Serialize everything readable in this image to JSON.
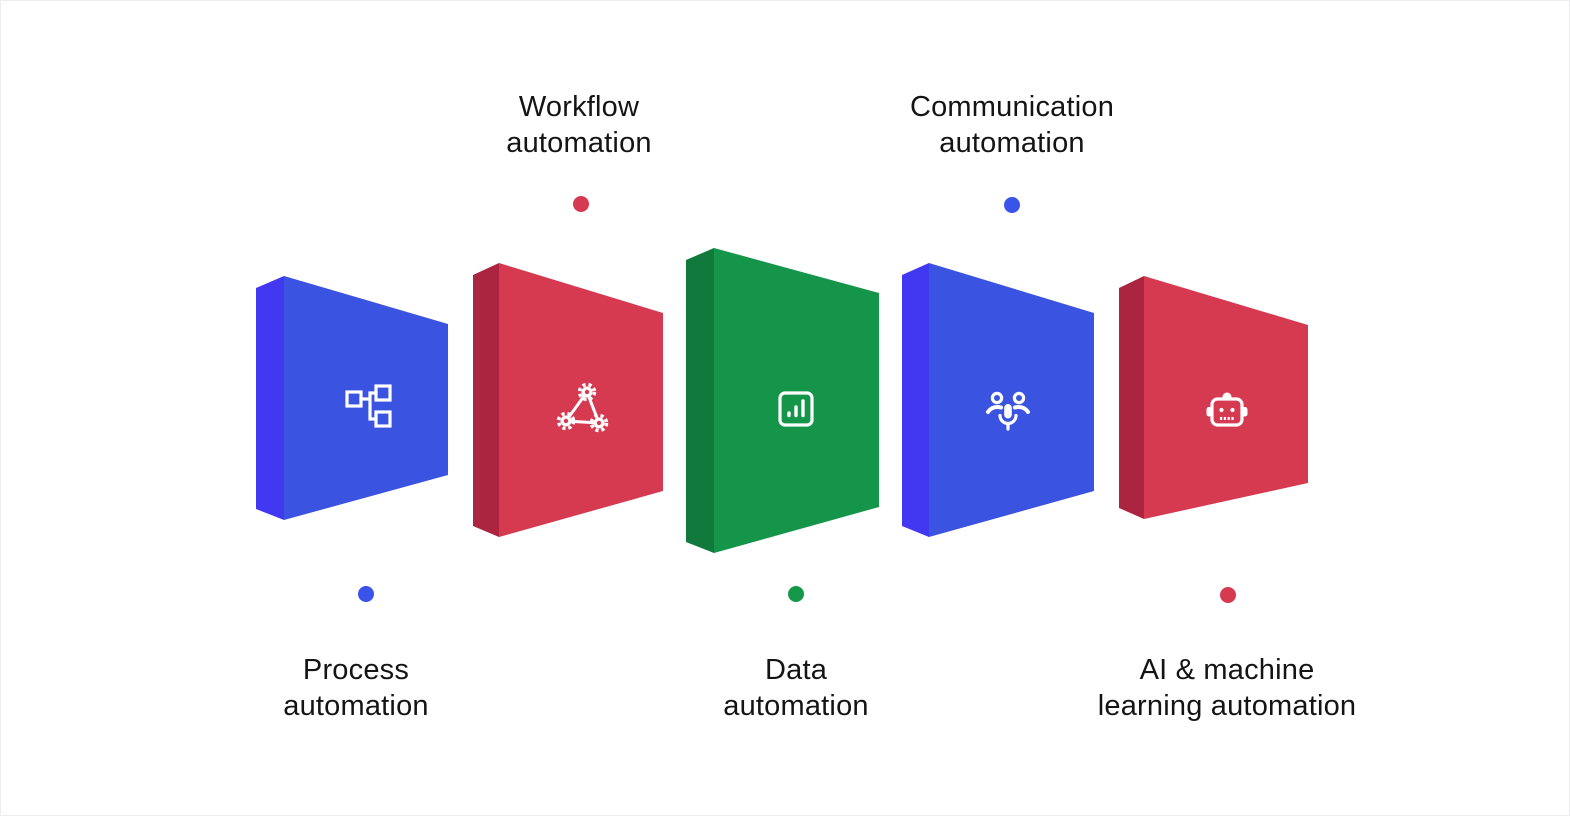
{
  "page": {
    "background": "#ffffff",
    "border_color": "#ececf1",
    "text_color": "#141414"
  },
  "diagram": {
    "title": "",
    "type": "process-funnel-panels",
    "panels": [
      {
        "id": "process-automation",
        "label": "Process automation",
        "label_lines": [
          "Process",
          "automation"
        ],
        "label_position": "bottom",
        "icon": "sitemap-icon",
        "face_color": "#3a53e0",
        "side_color": "#4238f2",
        "dot_color": "#3a53e8",
        "icon_color": "#ffffff"
      },
      {
        "id": "workflow-automation",
        "label": "Workflow automation",
        "label_lines": [
          "Workflow",
          "automation"
        ],
        "label_position": "top",
        "icon": "connected-gears-icon",
        "face_color": "#d53a50",
        "side_color": "#ab2440",
        "dot_color": "#d63a50",
        "icon_color": "#ffffff"
      },
      {
        "id": "data-automation",
        "label": "Data automation",
        "label_lines": [
          "Data",
          "automation"
        ],
        "label_position": "bottom",
        "icon": "bar-chart-icon",
        "face_color": "#15954a",
        "side_color": "#0f7a3b",
        "dot_color": "#16984a",
        "icon_color": "#ffffff"
      },
      {
        "id": "communication-automation",
        "label": "Communication automation",
        "label_lines": [
          "Communication",
          "automation"
        ],
        "label_position": "top",
        "icon": "people-microphone-icon",
        "face_color": "#3a53e0",
        "side_color": "#4238f2",
        "dot_color": "#3a53e8",
        "icon_color": "#ffffff"
      },
      {
        "id": "ai-ml-automation",
        "label": "AI & machine learning automation",
        "label_lines": [
          "AI & machine",
          "learning automation"
        ],
        "label_position": "bottom",
        "icon": "robot-icon",
        "face_color": "#d53a50",
        "side_color": "#ab2440",
        "dot_color": "#d63a50",
        "icon_color": "#ffffff"
      }
    ]
  }
}
